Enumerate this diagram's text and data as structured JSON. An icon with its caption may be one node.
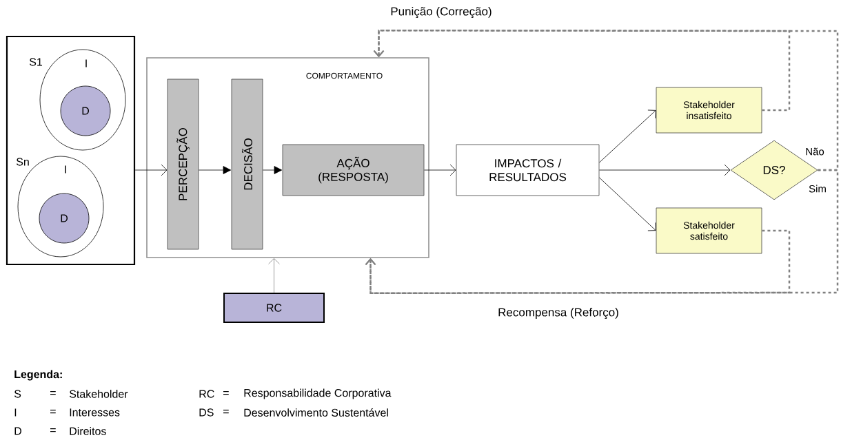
{
  "diagram": {
    "nodes": [
      {
        "text": [],
        "shape": "box"
      },
      {
        "text": [
          "I"
        ],
        "beside": [
          "S1"
        ],
        "in": 0
      },
      {
        "text": [
          "D"
        ],
        "in": 1
      },
      {
        "text": [
          "I"
        ],
        "beside": [
          "Sn"
        ],
        "in": 0
      },
      {
        "text": [
          "D"
        ],
        "in": 3
      },
      {
        "text": [
          "COMPORTAMENTO"
        ]
      },
      {
        "text": [
          "PERCEPÇÃO"
        ],
        "in": 5
      },
      {
        "text": [
          "DECISÃO"
        ],
        "in": 5
      },
      {
        "text": [
          "AÇÃO (RESPOSTA)"
        ],
        "in": 5
      },
      {
        "text": [
          "RC"
        ]
      },
      {
        "text": [
          "IMPACTOS / RESULTADOS"
        ]
      },
      {
        "text": [
          "Stakeholder insatisfeito"
        ]
      },
      {
        "text": [
          "DS?"
        ]
      },
      {
        "text": [
          "Stakeholder satisfeito"
        ]
      }
    ],
    "edges": [
      {
        "from": 0,
        "to": 6,
        "arrow": "to"
      },
      {
        "from": 6,
        "to": 7,
        "arrow": "to"
      },
      {
        "from": 7,
        "to": 8,
        "arrow": "to"
      },
      {
        "from": 8,
        "to": 10,
        "arrow": "to"
      },
      {
        "from": 10,
        "to": 11,
        "arrow": "to"
      },
      {
        "from": 10,
        "to": 12,
        "arrow": "to"
      },
      {
        "from": 10,
        "to": 13,
        "arrow": "to"
      },
      {
        "from": 9,
        "to": 5,
        "arrow": "to",
        "color": "#808080"
      },
      {
        "from": 11,
        "to": 5,
        "arrow": "to",
        "label": "Punição (Correção)",
        "style": "dashed",
        "color": "#808080"
      },
      {
        "from": 12,
        "to": 5,
        "arrow": "to",
        "label": "Não",
        "style": "dashed",
        "color": "#808080"
      },
      {
        "from": 12,
        "to": 5,
        "arrow": "to",
        "label": "Sim",
        "style": "dashed",
        "color": "#808080"
      },
      {
        "from": 13,
        "to": 5,
        "arrow": "to",
        "label": "Recompensa  (Reforço)",
        "style": "dashed",
        "color": "#808080"
      }
    ],
    "labels": [
      "Legenda:",
      "S",
      "=",
      "Stakeholder",
      "RC",
      "=",
      "Responsabilidade Corporativa",
      "I",
      "=",
      "Interesses",
      "DS",
      "=",
      "Desenvolvimento Sustentável",
      "D",
      "=",
      "Direitos"
    ]
  }
}
